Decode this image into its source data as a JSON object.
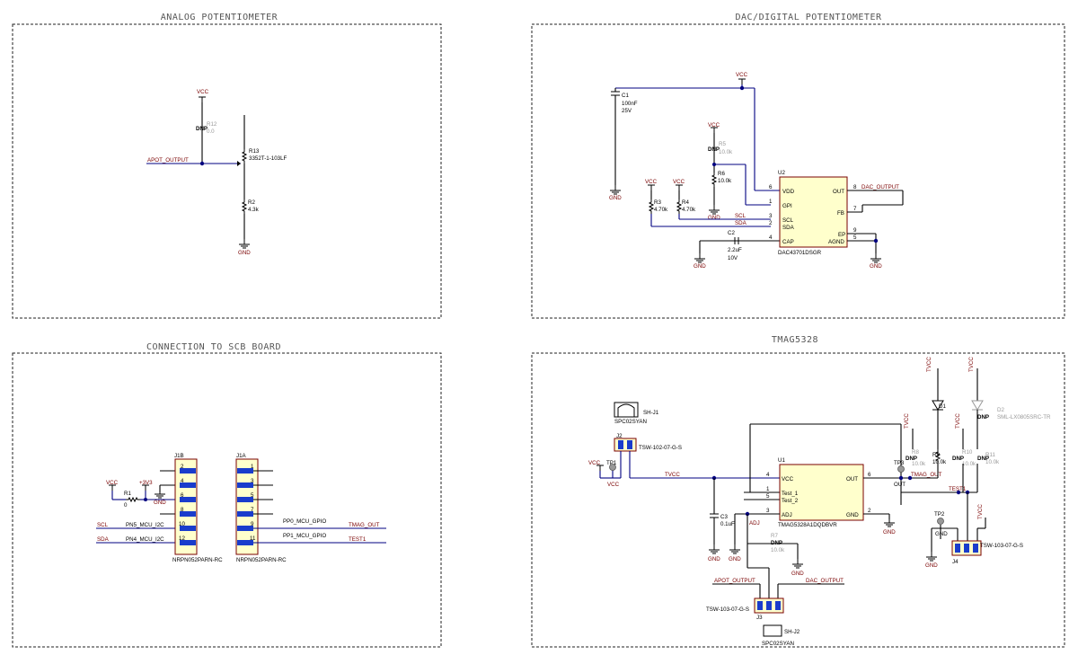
{
  "sections": {
    "analog": "ANALOG POTENTIOMETER",
    "dac": "DAC/DIGITAL POTENTIOMETER",
    "scb": "CONNECTION TO SCB BOARD",
    "tmag": "TMAG5328"
  },
  "analog": {
    "vcc": "VCC",
    "dnp": "DNP",
    "r12": "R12",
    "r12v": "0.0",
    "apot": "APOT_OUTPUT",
    "r13": "R13",
    "r13v": "3352T-1-103LF",
    "r2": "R2",
    "r2v": "4.3k",
    "gnd": "GND"
  },
  "dac": {
    "vcc": "VCC",
    "c1": "C1",
    "c1v": "100nF",
    "c1r": "25V",
    "gnd": "GND",
    "r5": "R5",
    "r5v": "10.0k",
    "dnp": "DNP",
    "r6": "R6",
    "r6v": "10.0k",
    "r3": "R3",
    "r3v": "4.70k",
    "r4": "R4",
    "r4v": "4.70k",
    "scl": "SCL",
    "sda": "SDA",
    "c2": "C2",
    "c2v": "2.2uF",
    "c2r": "10V",
    "u2": "U2",
    "u2part": "DAC43701DSGR",
    "pins": [
      "VDD",
      "GPI",
      "SCL",
      "SDA",
      "CAP",
      "OUT",
      "FB",
      "EP",
      "AGND"
    ],
    "pinnums": [
      "6",
      "1",
      "3",
      "2",
      "4",
      "8",
      "7",
      "9",
      "5"
    ],
    "dacout": "DAC_OUTPUT"
  },
  "scb": {
    "vcc": "VCC",
    "v33": "+3V3",
    "r1": "R1",
    "r1v": "0",
    "gnd": "GND",
    "scl": "SCL",
    "sda": "SDA",
    "pn5": "PN5_MCU_I2C",
    "pn4": "PN4_MCU_I2C",
    "j1b": "J1B",
    "j1a": "J1A",
    "part": "NRPN052PARN-RC",
    "j1b_pins": [
      "2",
      "4",
      "6",
      "8",
      "10",
      "12"
    ],
    "j1a_pins": [
      "1",
      "3",
      "5",
      "7",
      "9",
      "11"
    ],
    "pp0": "PP0_MCU_GPIO",
    "pp1": "PP1_MCU_GPIO",
    "tmag_out": "TMAG_OUT",
    "test1": "TEST1"
  },
  "tmag": {
    "shj1": "SH-J1",
    "spc": "SPC02SYAN",
    "j2": "J2",
    "j2part": "TSW-102-07-G-S",
    "tp1": "TP1",
    "vcc": "VCC",
    "tvcc": "TVCC",
    "c3": "C3",
    "c3v": "0.1uF",
    "gnd": "GND",
    "adj": "ADJ",
    "u1": "U1",
    "u1part": "TMAG5328A1DQDBVR",
    "pins": [
      "VCC",
      "Test_1",
      "Test_2",
      "ADJ",
      "OUT",
      "GND"
    ],
    "pinnums": [
      "4",
      "1",
      "5",
      "3",
      "6",
      "2"
    ],
    "r7": "R7",
    "r7v": "10.0k",
    "dnp": "DNP",
    "apot": "APOT_OUTPUT",
    "dacout": "DAC_OUTPUT",
    "j3": "J3",
    "j3part": "TSW-103-07-G-S",
    "shj2": "SH-J2",
    "d1": "D1",
    "d2": "D2",
    "d2part": "SML-LX0805SRC-TR",
    "r8": "R8",
    "r8v": "10.0k",
    "r9": "R9",
    "r9v": "10.0k",
    "r10": "R10",
    "r10v": "10.0k",
    "r11": "R11",
    "r11v": "10.0k",
    "tp3": "TP3",
    "out": "OUT",
    "tmag_out": "TMAG_OUT",
    "test1": "TEST1",
    "tp2": "TP2",
    "j4": "J4",
    "j4part": "TSW-103-07-G-S"
  }
}
